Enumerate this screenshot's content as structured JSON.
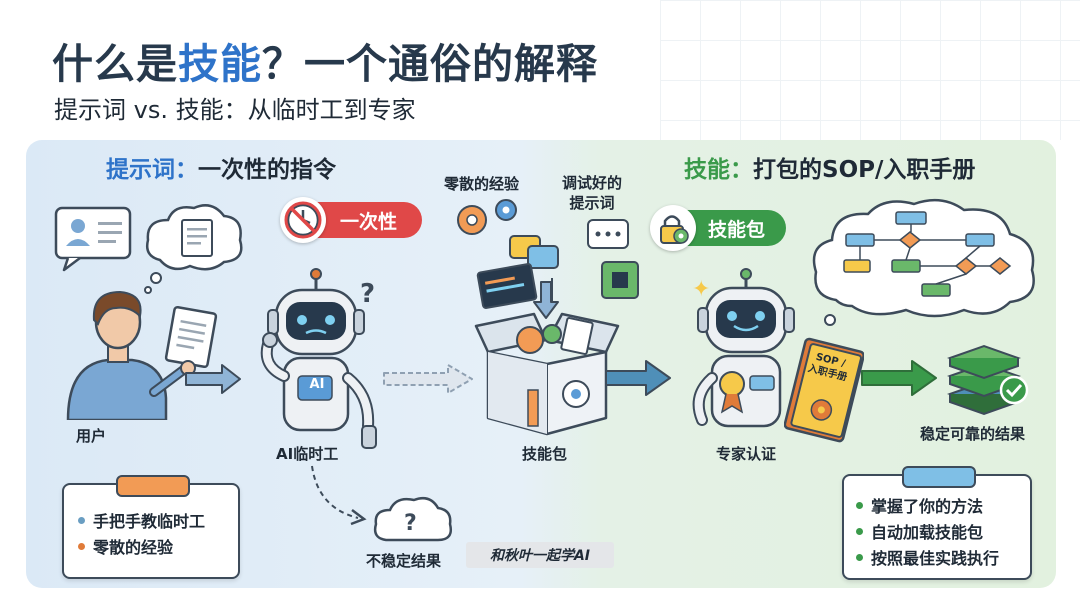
{
  "title": {
    "prefix": "什么是",
    "highlight": "技能",
    "suffix": "？一个通俗的解释"
  },
  "subtitle": "提示词 vs. 技能：从临时工到专家",
  "left": {
    "heading_key": "提示词：",
    "heading_rest": "一次性的指令",
    "badge": "一次性",
    "user_label": "用户",
    "robot_label": "AI临时工",
    "robot_chest": "AI",
    "unstable_label": "不稳定结果",
    "card_items": [
      {
        "text": "手把手教临时工",
        "dot_color": "#6a9ec2"
      },
      {
        "text": "零散的经验",
        "dot_color": "#e07b39"
      }
    ]
  },
  "middle": {
    "scattered_label": "零散的经验",
    "prompt_label_line1": "调试好的",
    "prompt_label_line2": "提示词",
    "box_label": "技能包"
  },
  "right": {
    "heading_key": "技能：",
    "heading_rest": "打包的SOP/入职手册",
    "badge": "技能包",
    "book_line1": "SOP /",
    "book_line2": "入职手册",
    "expert_label": "专家认证",
    "result_label": "稳定可靠的结果",
    "card_items": [
      {
        "text": "掌握了你的方法",
        "dot_color": "#3a9a4a"
      },
      {
        "text": "自动加载技能包",
        "dot_color": "#3a9a4a"
      },
      {
        "text": "按照最佳实践执行",
        "dot_color": "#3a9a4a"
      }
    ]
  },
  "watermark": "和秋叶一起学AI",
  "colors": {
    "blue_accent": "#2e73c9",
    "green_accent": "#3a9a4a",
    "red_badge": "#e04848",
    "orange": "#e07b39",
    "navy": "#27394c"
  }
}
